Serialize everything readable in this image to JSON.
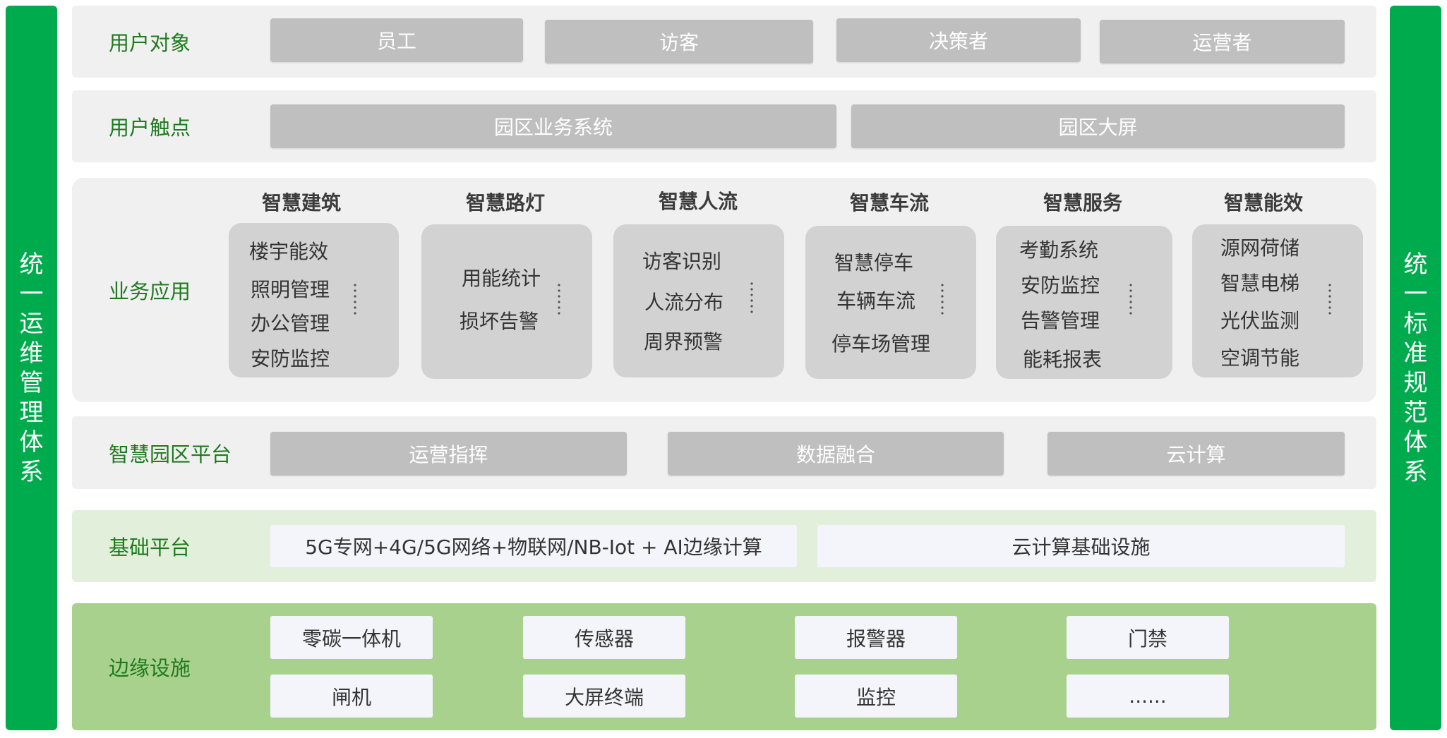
{
  "left_side": "统一运维管理体系",
  "right_side": "统一标准规范体系",
  "user_objects": {
    "label": "用户对象",
    "items": [
      "员工",
      "访客",
      "决策者",
      "运营者"
    ]
  },
  "user_touchpoints": {
    "label": "用户触点",
    "items": [
      "园区业务系统",
      "园区大屏"
    ]
  },
  "business_apps": {
    "label": "业务应用",
    "groups": [
      {
        "title": "智慧建筑",
        "items": [
          "楼宇能效",
          "照明管理",
          "办公管理",
          "安防监控"
        ]
      },
      {
        "title": "智慧路灯",
        "items": [
          "用能统计",
          "损坏告警"
        ]
      },
      {
        "title": "智慧人流",
        "items": [
          "访客识别",
          "人流分布",
          "周界预警"
        ]
      },
      {
        "title": "智慧车流",
        "items": [
          "智慧停车",
          "车辆车流",
          "停车场管理"
        ]
      },
      {
        "title": "智慧服务",
        "items": [
          "考勤系统",
          "安防监控",
          "告警管理",
          "能耗报表"
        ]
      },
      {
        "title": "智慧能效",
        "items": [
          "源网荷储",
          "智慧电梯",
          "光伏监测",
          "空调节能"
        ]
      }
    ]
  },
  "smart_platform": {
    "label": "智慧园区平台",
    "items": [
      "运营指挥",
      "数据融合",
      "云计算"
    ]
  },
  "base_platform": {
    "label": "基础平台",
    "items": [
      "5G专网+4G/5G网络+物联网/NB-Iot + AI边缘计算",
      "云计算基础设施"
    ]
  },
  "edge": {
    "label": "边缘设施",
    "items": [
      "零碳一体机",
      "传感器",
      "报警器",
      "门禁",
      "闸机",
      "大屏终端",
      "监控",
      "......"
    ]
  },
  "colors": {
    "side_green": "#00ab4e",
    "label_green": "#1f7a1f",
    "gray_box": "#bfbfbf",
    "light_band": "#f0f0f0",
    "base_band": "#e2efda",
    "edge_band": "#a9d18e"
  }
}
